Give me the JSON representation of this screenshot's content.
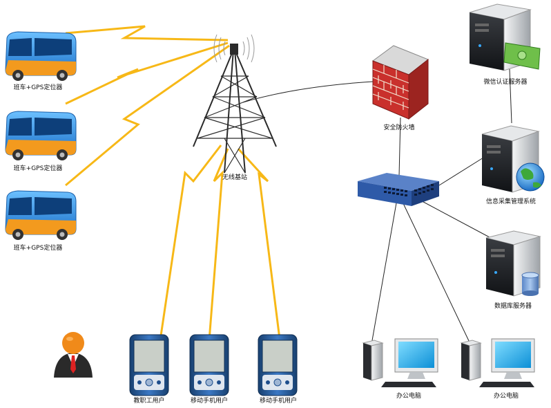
{
  "nodes": {
    "bus_1_label": "班车+GPS定位器",
    "bus_2_label": "班车+GPS定位器",
    "bus_3_label": "班车+GPS定位器",
    "tower_label": "无线基站",
    "firewall_label": "安全防火墙",
    "wechat_server_label": "微信认证服务器",
    "info_system_label": "信息采集管理系统",
    "database_server_label": "数据库服务器",
    "staff_user_label": "教职工用户",
    "mobile_user_1_label": "移动手机用户",
    "mobile_user_2_label": "移动手机用户",
    "office_pc_1_label": "办公电脑",
    "office_pc_2_label": "办公电脑"
  },
  "colors": {
    "bus_blue": "#2a8be0",
    "bus_orange": "#f39a1e",
    "lightning": "#f7b817",
    "tower": "#2a2a2a",
    "firewall_brick": "#c9302c",
    "switch_blue": "#2e5aa8",
    "server_gray": "#cfd2d6",
    "pda_blue": "#1e4e8c",
    "pc_screen": "#1aa7e6",
    "person_orange": "#f08a1a"
  }
}
